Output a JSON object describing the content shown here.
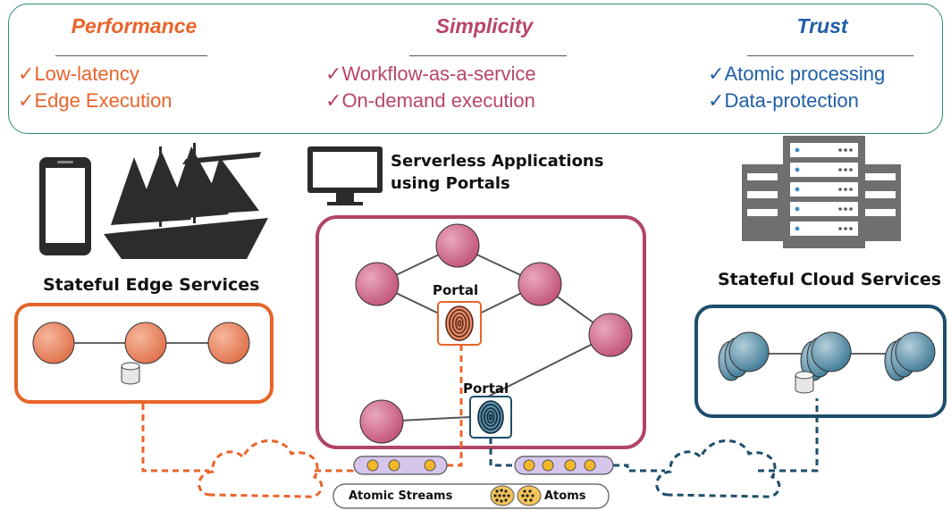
{
  "colors": {
    "performance": "#e8642a",
    "simplicity": "#b8456a",
    "trust": "#1f5ea8",
    "panel_border": "#2a8a7a",
    "edge_box": "#e8642a",
    "cloud_box": "#1d4e6b",
    "app_box": "#b04566"
  },
  "panel": {
    "performance": {
      "title": "Performance",
      "items": [
        "Low-latency",
        "Edge Execution"
      ]
    },
    "simplicity": {
      "title": "Simplicity",
      "items": [
        "Workflow-as-a-service",
        "On-demand execution"
      ]
    },
    "trust": {
      "title": "Trust",
      "items": [
        "Atomic processing",
        "Data-protection"
      ]
    },
    "check": "✓"
  },
  "labels": {
    "edge_services": "Stateful Edge Services",
    "cloud_services": "Stateful Cloud Services",
    "apps_line1": "Serverless Applications",
    "apps_line2": "using Portals",
    "portal_1": "Portal",
    "portal_2": "Portal",
    "atomic_streams": "Atomic Streams",
    "atoms": "Atoms"
  },
  "icons": [
    "smartphone-icon",
    "sailing-ship-icon",
    "monitor-icon",
    "server-rack-icon",
    "database-icon",
    "fingerprint-icon",
    "cloud-outline-icon"
  ]
}
